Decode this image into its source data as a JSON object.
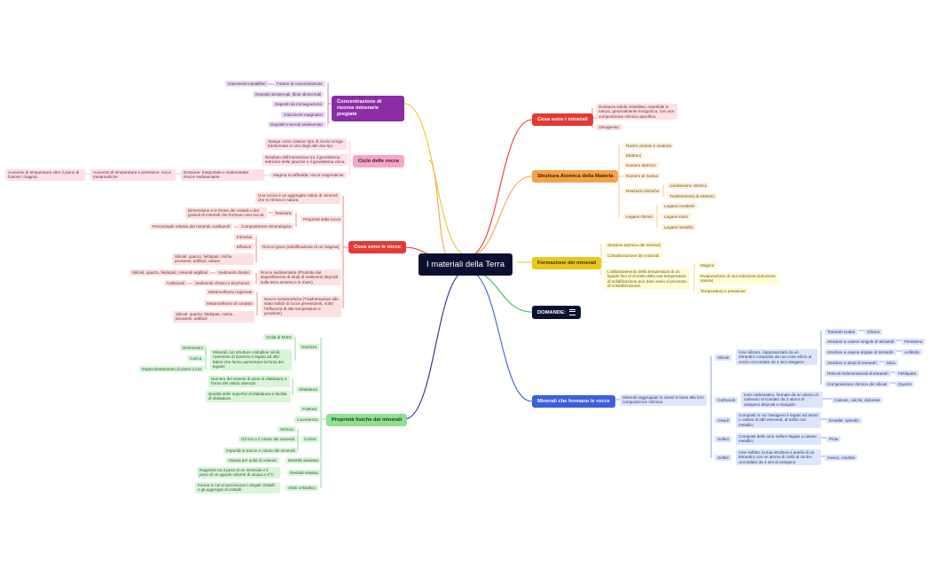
{
  "title": "I materiali della Terra",
  "colors": {
    "red": "#e53935",
    "orange": "#f4a24a",
    "yellow": "#e8c81c",
    "blue": "#3b5fe0",
    "green": "#36c26a",
    "pink": "#f6a5c8",
    "purple": "#8b2ea6",
    "navy": "#0b1030",
    "darkblue": "#2a2a8a"
  },
  "branches": {
    "cose": "Cosa sono i minerali",
    "struttura": "Struttura Atomica della Materia",
    "formazione": "Formazione dei minerali",
    "domande": "DOMANDE:",
    "mineraliRocce": "Minerali che formano le rocce",
    "concentrazione": "Concentrazione di risorse minerarie pregiate",
    "ciclo": "Ciclo delle rocce",
    "cosaRocce": "Cosa sono le rocce",
    "proprieta": "Proprietà fisiche dei minerali"
  },
  "t": {
    "cose_1": "Sostanza solida cristallina, reperibile in natura, generalmente inorganica, con una composizione chimica specifica.",
    "cose_2": "Omogenea",
    "str_1": "Nuclei: protoni e neutroni",
    "str_2": "Elettroni",
    "str_3": "Numero atomico",
    "str_4": "Numero di massa",
    "str_5": "Reazioni chimiche",
    "str_5a": "condivisione chimica",
    "str_5b": "Trasferimento di elettroni",
    "str_6": "Legami chimici",
    "str_6a": "Legami covalenti",
    "str_6b": "Legami ionici",
    "str_6c": "Legami metallici",
    "for_1": "Struttura atomica dei minerali",
    "for_2": "Cristallizzazione dei minerali",
    "for_3": "L'abbassamento della temperatura di un liquido fino al di sotto della sua temperatura di solidificazione può dare avvio al processo di cristallizzazione.",
    "for_3a": "Magma",
    "for_3b": "Evaporazione di una soluzione (soluzione satura)",
    "for_3c": "Temperatura e pressione",
    "min_1": "Minerali raggruppati in classi in base alla loro composizione chimica",
    "sil": "Silicati",
    "sil_d": "Ione silicato, rappresentato da un tetraedro composto da uno ione silicio al centro circondato da 4 ioni ossigeno",
    "sil_a": "Tetraedri isolati",
    "sil_a1": "Olivina",
    "sil_b": "Strutture a catene singole di tetraedri",
    "sil_b1": "Pirosseno",
    "sil_c": "Strutture a catene doppie di tetraedri",
    "sil_c1": "Anfibolo",
    "sil_e": "Strutture a strati di tetraedri",
    "sil_e1": "Mica",
    "sil_f": "Reticoli tridimensionali di tetraedri",
    "sil_f1": "Feldspato",
    "sil_g": "Composizione chimica dei silicati",
    "sil_g1": "Quarzo",
    "car": "Carbonati",
    "car_d": "Ione carbonatico, formato da un atomo di carbonio circondato da 3 atomi di ossigeno disposti a triangolo",
    "car_1": "Calcare, calcite, dolomite",
    "oss": "Ossidi",
    "oss_d": "Composti in cui l'ossigeno è legato ad atomi o cationi di altri elementi, di solito con metallici",
    "oss_1": "Ematite, spinello",
    "sol": "Solfuri",
    "sol_d": "Composti dello ione solfuro legato a cationi metallici",
    "sol_1": "Pirite",
    "sfa": "Solfati",
    "sfa_d": "Ione solfato, la sua struttura è quella di un tetraedro con un atomo di zolfo al centro circondato da 4 ioni di ossigeno",
    "sfa_1": "Gesso, Anidrite",
    "con_1": "Fattore di concentrazione",
    "con_1a": "Giacimenti metalliferi",
    "con_2": "Depositi idrotermali, filoni idrotermali",
    "con_3": "Depositi da immagrazione",
    "con_4": "Giacimenti magmatici",
    "con_5": "Depositi minerali sedimentari",
    "cic_1": "Spiega come ciascun tipo di roccia venga trasformato in uno degli altri due tipi",
    "cic_2": "Risultato dell'interazione tra il geosistema tettonico delle placche e il geosistema clima",
    "cic_3": "Magma si raffredda: rocce magmatiche",
    "cic_3a": "Erosione- trasportate e sedimentate: Rocce sedimentarie",
    "cic_3b": "Aumento di temperatura e pressione: rocce metamorfiche",
    "cic_3c": "Aumento di temperatura oltre il piano di fusione: magma",
    "roc_1": "Una roccia è un aggregato solido di minerali che si ritrova in natura",
    "roc_2": "Proprietà delle rocce",
    "roc_2a": "Tessitura",
    "roc_2a1": "Dimensione e le forme dei cristalli o dei granuli di minerali che formano una roccia",
    "roc_2b": "Composizione mineralogica",
    "roc_2b1": "Percentuale relativa dei minerali costituenti",
    "roc_3": "Rocce ignee (solidificazione di un magma)",
    "roc_3a": "Intrusive",
    "roc_3b": "Effusive",
    "roc_3c": "Silicati: quarzo, feldspati, miche, pirosseni, anfiboli, olivine",
    "roc_4": "Rocce sedimentarie (Prodotte dal seppellimento di strati di sedimenti depositi sulla terra emersa o in mare)",
    "roc_4a": "Sedimenti clastici",
    "roc_4a1": "Silicati, quarzo, feldspati, minerali argillosi",
    "roc_4b": "Sedimenti chimici e biochimici",
    "roc_4b1": "Carbonati",
    "roc_5": "Rocce metamorfiche (Trasformazioni allo stato solido di rocce preesistenti, sotto l'influenza di alte temperature e pressioni)",
    "roc_5a": "Metamorfismo regionale",
    "roc_5b": "Metamorfismo di contatto",
    "roc_5c": "Silicati: quarzo, feldspati, miche, pirosseni, anfiboli",
    "pro_1": "Durezza",
    "pro_1a": "Scala di Mohs",
    "pro_1b": "Minerali con strutture cristalline simili, l'aumento di durezza è legato ad altri fattori che fanno aumentare la forza dei legami",
    "pro_1b1": "Dimensioni",
    "pro_1b2": "Carica",
    "pro_1b3": "Impacchettamento di atomi o ioni",
    "pro_2": "Sfaldatura",
    "pro_2a": "Numero dei sistemi di piani di sfaldatura e forma del solido ottenuto",
    "pro_2b": "Qualità delle superfici di sfaldatura e facilità di sfaldatura",
    "pro_3": "Frattura",
    "pro_4": "Lucentezza",
    "pro_5": "Colore",
    "pro_5a": "Striscio",
    "pro_5b": "Gli ioni e il colore dei minerali",
    "pro_5c": "Impurità in tracce e colore dei minerali",
    "pro_6": "Densità assoluta",
    "pro_6a": "Massa per unità di volume",
    "pro_7": "Densità relativa",
    "pro_7a": "Rapporto tra il peso di un minerale e il peso di un uguale volume di acqua a 4°C",
    "pro_8": "Abito cristallino",
    "pro_8a": "Forma in cui si accrescono i singoli cristalli o gli aggregati di cristalli"
  }
}
